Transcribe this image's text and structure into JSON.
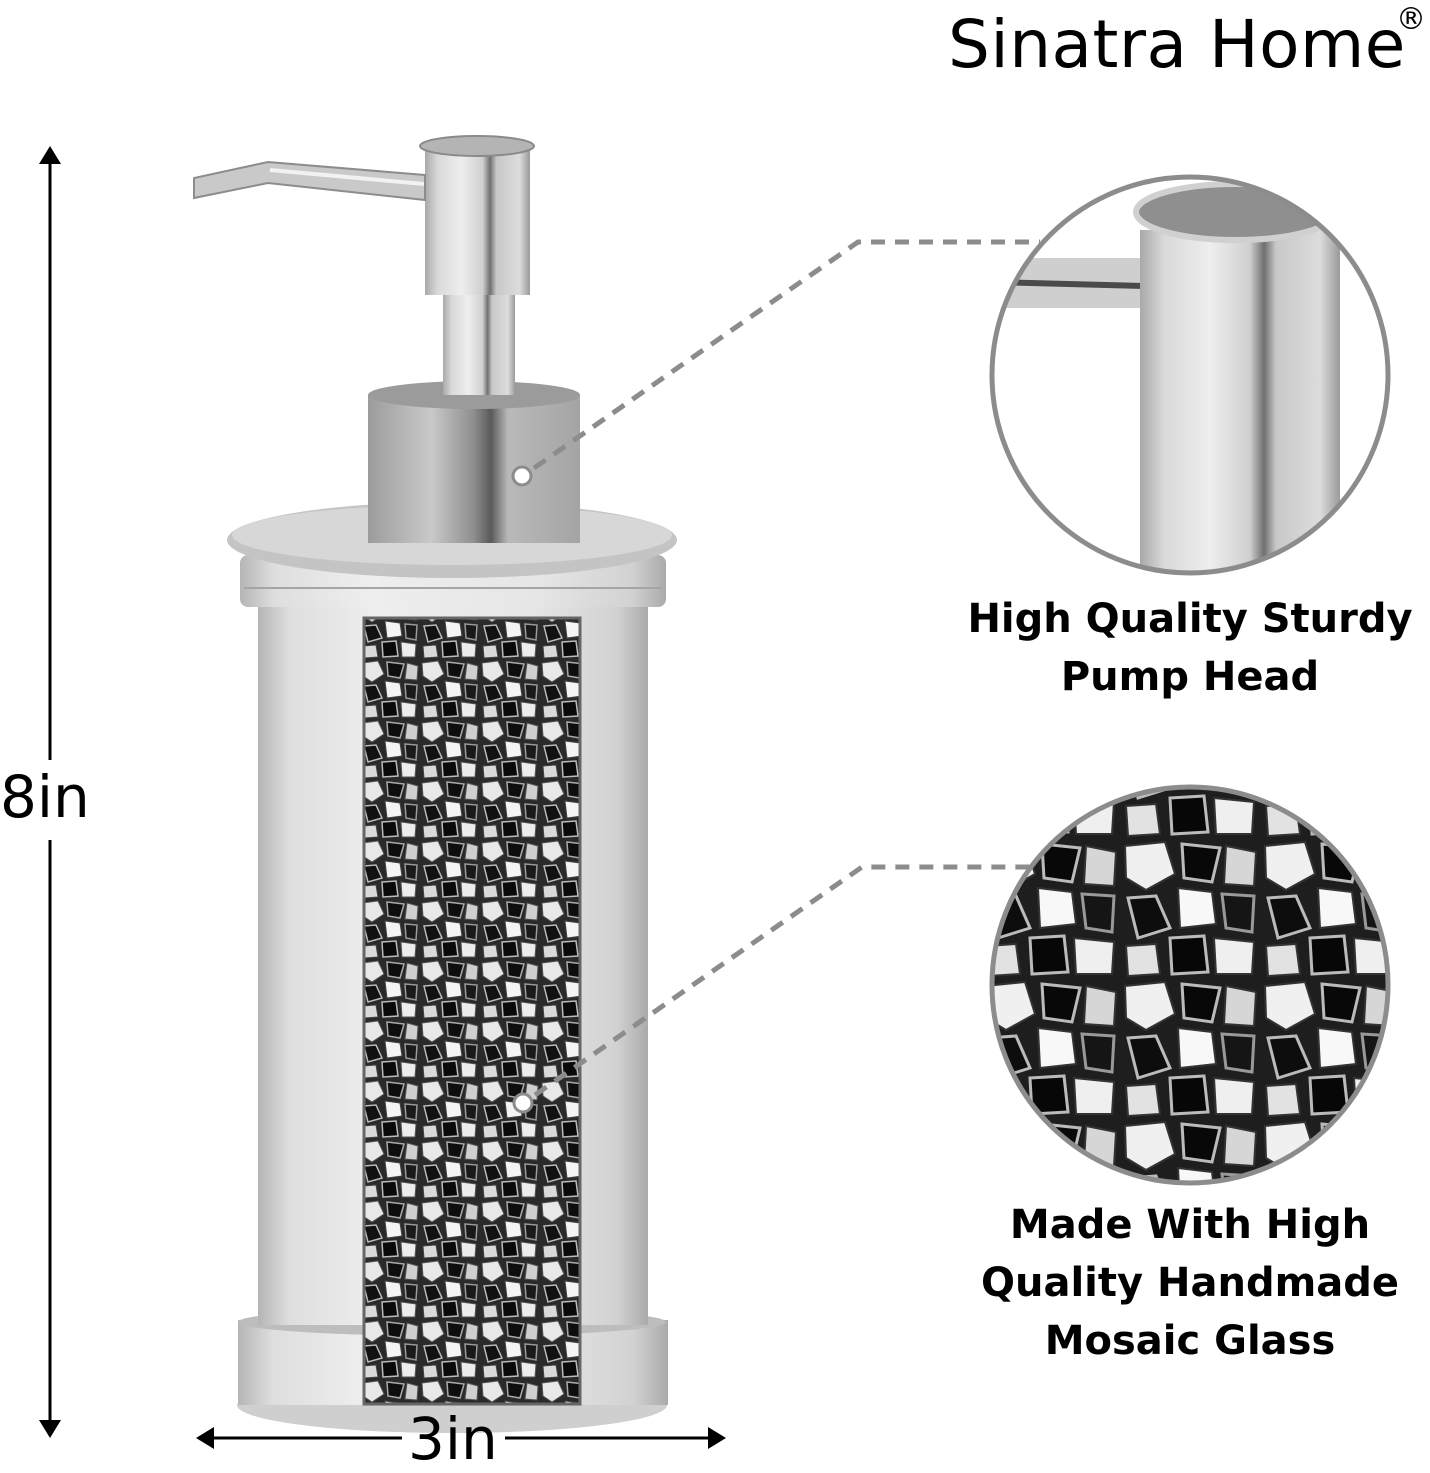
{
  "brand": {
    "name": "Sinatra Home",
    "registered_mark": "®"
  },
  "dimensions": {
    "height_label": "8in",
    "width_label": "3in"
  },
  "product": {
    "type": "soap-dispenser",
    "finish_color": "#c9c9c9",
    "mosaic_panel": "mosaic-glass-panel"
  },
  "callouts": [
    {
      "id": "pump-head",
      "caption_lines": [
        "High Quality Sturdy",
        "Pump Head"
      ]
    },
    {
      "id": "mosaic-glass",
      "caption_lines": [
        "Made With High",
        "Quality Handmade",
        "Mosaic Glass"
      ]
    }
  ],
  "colors": {
    "leader_line": "#8c8c8c",
    "circle_border": "#8c8c8c",
    "text": "#000000",
    "background": "#ffffff"
  }
}
